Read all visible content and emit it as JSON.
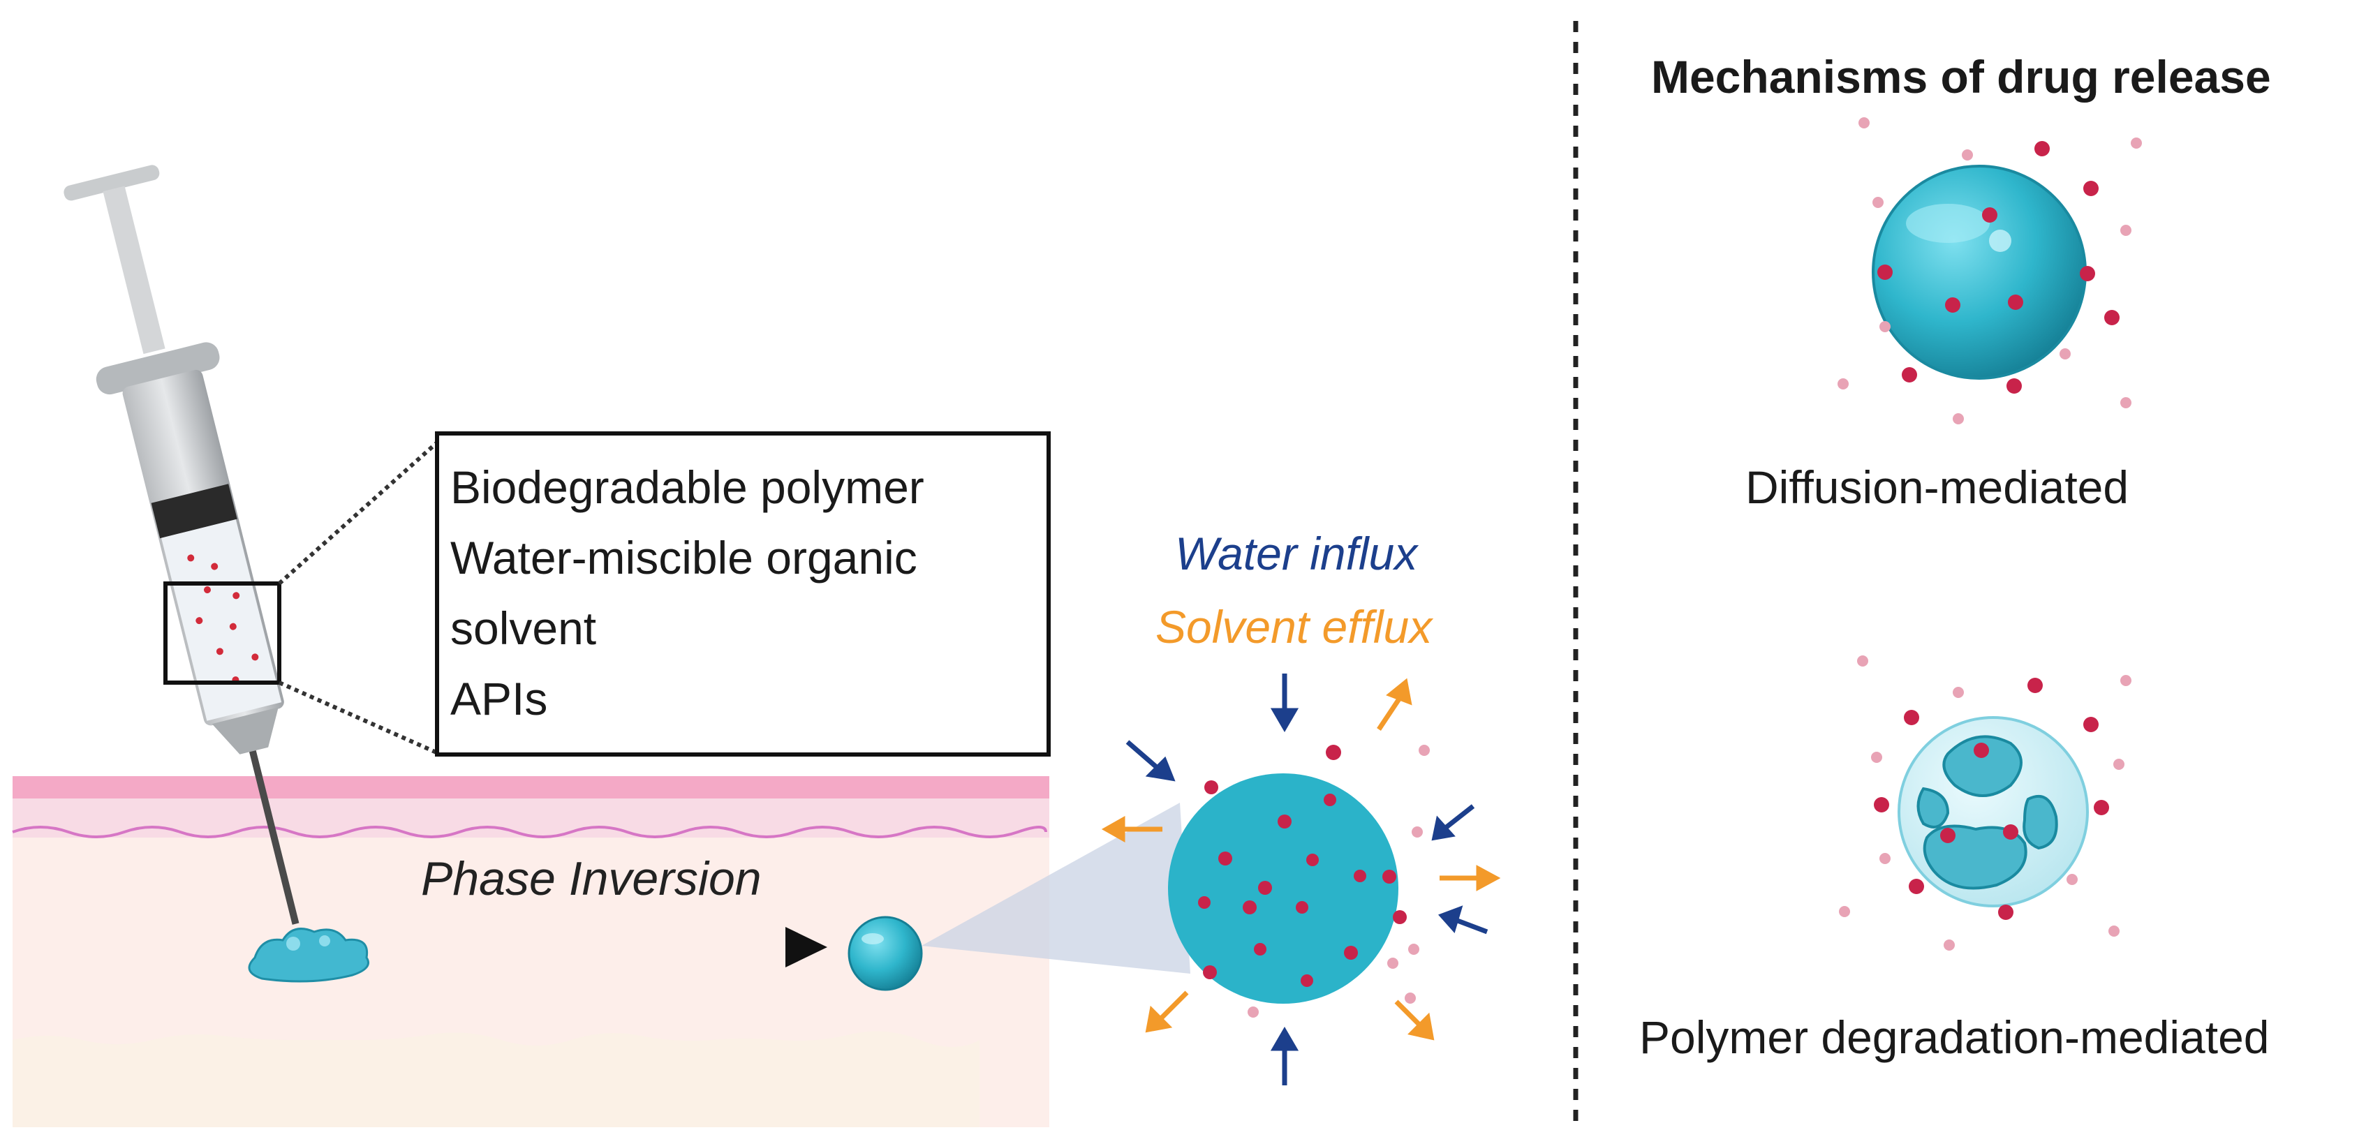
{
  "formulation_box": {
    "lines": [
      "Biodegradable polymer",
      "Water-miscible organic",
      "solvent",
      "APIs"
    ]
  },
  "process": {
    "phase_inversion_label": "Phase Inversion",
    "water_influx_label": "Water influx",
    "solvent_efflux_label": "Solvent efflux"
  },
  "mechanisms": {
    "title": "Mechanisms of drug release",
    "diffusion_label": "Diffusion-mediated",
    "degradation_label": "Polymer degradation-mediated"
  },
  "icons": [
    "syringe-icon",
    "skin-layers",
    "depot-blob-icon",
    "microsphere-icon",
    "influx-arrow-icon",
    "efflux-arrow-icon",
    "drug-particle-icon"
  ],
  "colors": {
    "polymer_cyan": "#2bb3c9",
    "drug_red": "#c8234a",
    "drug_pink": "#e8a3b5",
    "water_arrow": "#1c3f8c",
    "solvent_arrow": "#f39a2a",
    "skin_top": "#f4a9c6",
    "skin_mid": "#f8dbe5",
    "skin_deep": "#fdeeea"
  }
}
